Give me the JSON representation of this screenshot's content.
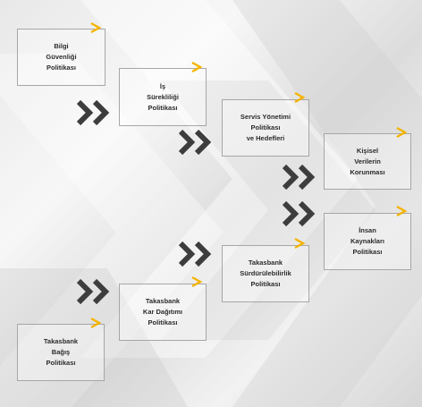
{
  "colors": {
    "accent": "#F5B400",
    "chevron": "#3d3d3d",
    "border": "#a6a6a6",
    "text": "#2b2b2b"
  },
  "policies": [
    {
      "id": "bilgi-guvenligi",
      "lines": [
        "Bilgi",
        "Güvenliği",
        "Politikası"
      ]
    },
    {
      "id": "is-surekliligi",
      "lines": [
        "İş",
        "Sürekliliği",
        "Politikası"
      ]
    },
    {
      "id": "servis-yonetimi",
      "lines": [
        "Servis Yönetimi",
        "Politikası",
        "ve Hedefleri"
      ]
    },
    {
      "id": "kisisel-veriler",
      "lines": [
        "Kişisel",
        "Verilerin",
        "Korunması"
      ]
    },
    {
      "id": "insan-kaynaklari",
      "lines": [
        "İnsan",
        "Kaynakları",
        "Politikası"
      ]
    },
    {
      "id": "surdurulebilirlik",
      "lines": [
        "Takasbank",
        "Sürdürülebilirlik",
        "Politikası"
      ]
    },
    {
      "id": "kar-dagitimi",
      "lines": [
        "Takasbank",
        "Kar Dağıtımı",
        "Politikası"
      ]
    },
    {
      "id": "bagis",
      "lines": [
        "Takasbank",
        "Bağış",
        "Politikası"
      ]
    }
  ],
  "connectors": [
    {
      "id": "connector-1",
      "icon": "double-chevron-icon"
    },
    {
      "id": "connector-2",
      "icon": "double-chevron-icon"
    },
    {
      "id": "connector-3",
      "icon": "double-chevron-icon"
    },
    {
      "id": "connector-4",
      "icon": "double-chevron-icon"
    },
    {
      "id": "connector-5",
      "icon": "double-chevron-icon"
    },
    {
      "id": "connector-6",
      "icon": "double-chevron-icon"
    },
    {
      "id": "connector-7",
      "icon": "double-chevron-icon"
    }
  ]
}
